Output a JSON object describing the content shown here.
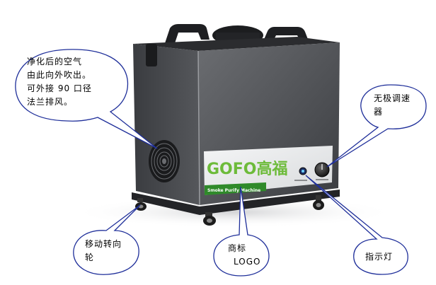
{
  "callouts": {
    "outlet": {
      "lines": [
        "净化后的空气",
        "由此向外吹出。",
        "可外接 90 口径",
        "法兰排风。"
      ]
    },
    "speed_controller": {
      "lines": [
        "无极调速",
        "器"
      ]
    },
    "caster_wheel": {
      "lines": [
        "移动转向",
        "轮"
      ]
    },
    "logo_label": {
      "lines": [
        "商标",
        "LOGO"
      ]
    },
    "indicator_light": {
      "lines": [
        "指示灯"
      ]
    }
  },
  "device": {
    "brand_text": "GOFO高福",
    "model_text": "Smoke Purify Machine",
    "colors": {
      "cabinet": "#5a5c60",
      "cabinet_dark": "#2e3033",
      "panel": "#e9eaeb",
      "brand_green": "#6dbb3a",
      "strip_green": "#2f8a2a",
      "callout_border": "#1f2f9a"
    }
  }
}
